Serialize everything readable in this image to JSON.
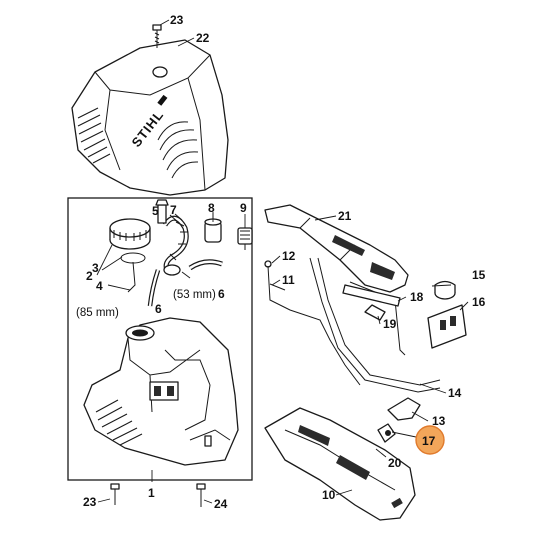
{
  "brand": "STIHL",
  "highlight_color": "#f2a65a",
  "highlighted_part": "17",
  "dims": {
    "a": "(85 mm)",
    "b": "(53 mm)"
  },
  "labels": {
    "l23a": "23",
    "l22": "22",
    "l21": "21",
    "l9": "9",
    "l7": "7",
    "l8": "8",
    "l5": "5",
    "l2": "2",
    "l3": "3",
    "l4": "4",
    "l6": "6",
    "l12": "12",
    "l11": "11",
    "l15": "15",
    "l16": "16",
    "l18": "18",
    "l19": "19",
    "l14": "14",
    "l13": "13",
    "l17": "17",
    "l20": "20",
    "l10": "10",
    "l23b": "23",
    "l1": "1",
    "l24": "24"
  }
}
